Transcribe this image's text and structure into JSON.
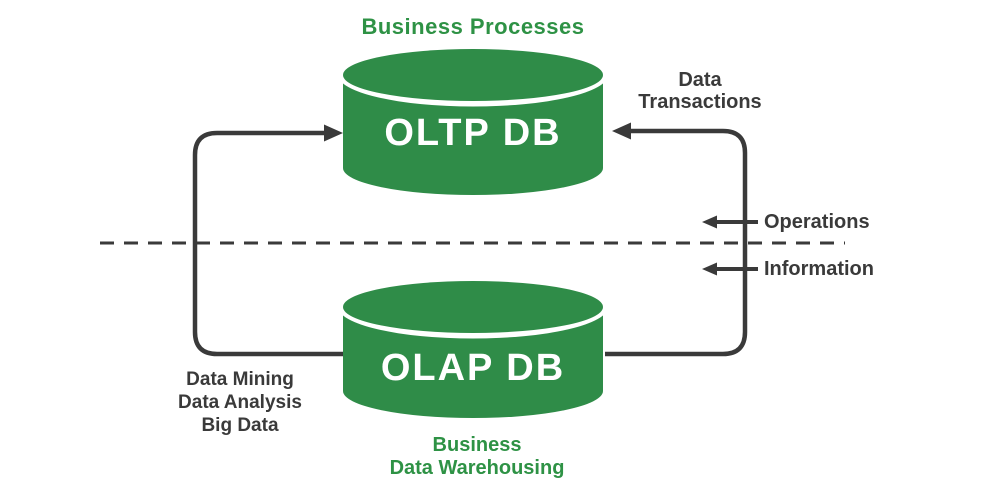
{
  "colors": {
    "green": "#2f8c48",
    "green_text": "#2e9245",
    "dark": "#3a3a3a",
    "background": "#ffffff"
  },
  "labels": {
    "business_processes": "Business Processes",
    "oltp_db": "OLTP DB",
    "olap_db": "OLAP DB",
    "data_transactions_line1": "Data",
    "data_transactions_line2": "Transactions",
    "operations": "Operations",
    "information": "Information",
    "olap_outputs": [
      "Data Mining",
      "Data Analysis",
      "Big Data"
    ],
    "business_data_warehousing_line1": "Business",
    "business_data_warehousing_line2": "Data Warehousing"
  }
}
